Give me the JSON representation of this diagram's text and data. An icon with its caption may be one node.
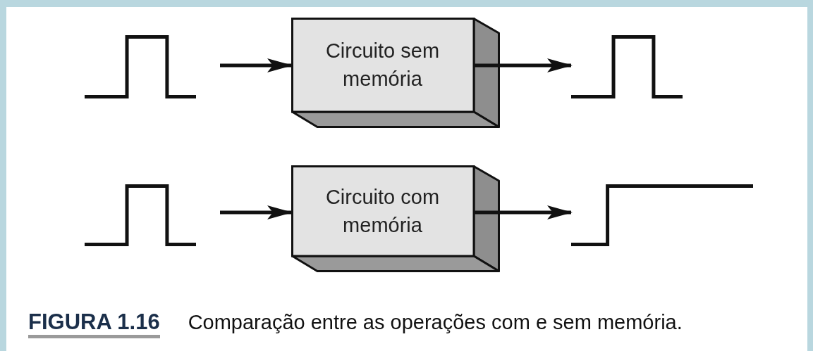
{
  "diagram": {
    "caption": "Comparação entre as operações com e sem memória.",
    "nodes": [
      {
        "text": [],
        "shape": "picture"
      },
      {
        "text": [
          "Circuito sem memória"
        ]
      },
      {
        "text": [],
        "shape": "picture"
      },
      {
        "text": [],
        "shape": "picture"
      },
      {
        "text": [
          "Circuito com memória"
        ]
      },
      {
        "text": [],
        "shape": "picture"
      }
    ],
    "edges": [
      {
        "from": 0,
        "to": 1,
        "arrow": "to"
      },
      {
        "from": 1,
        "to": 2,
        "arrow": "to"
      },
      {
        "from": 3,
        "to": 4,
        "arrow": "to"
      },
      {
        "from": 4,
        "to": 5,
        "arrow": "to"
      }
    ],
    "labels": [
      "FIGURA 1.16"
    ]
  }
}
